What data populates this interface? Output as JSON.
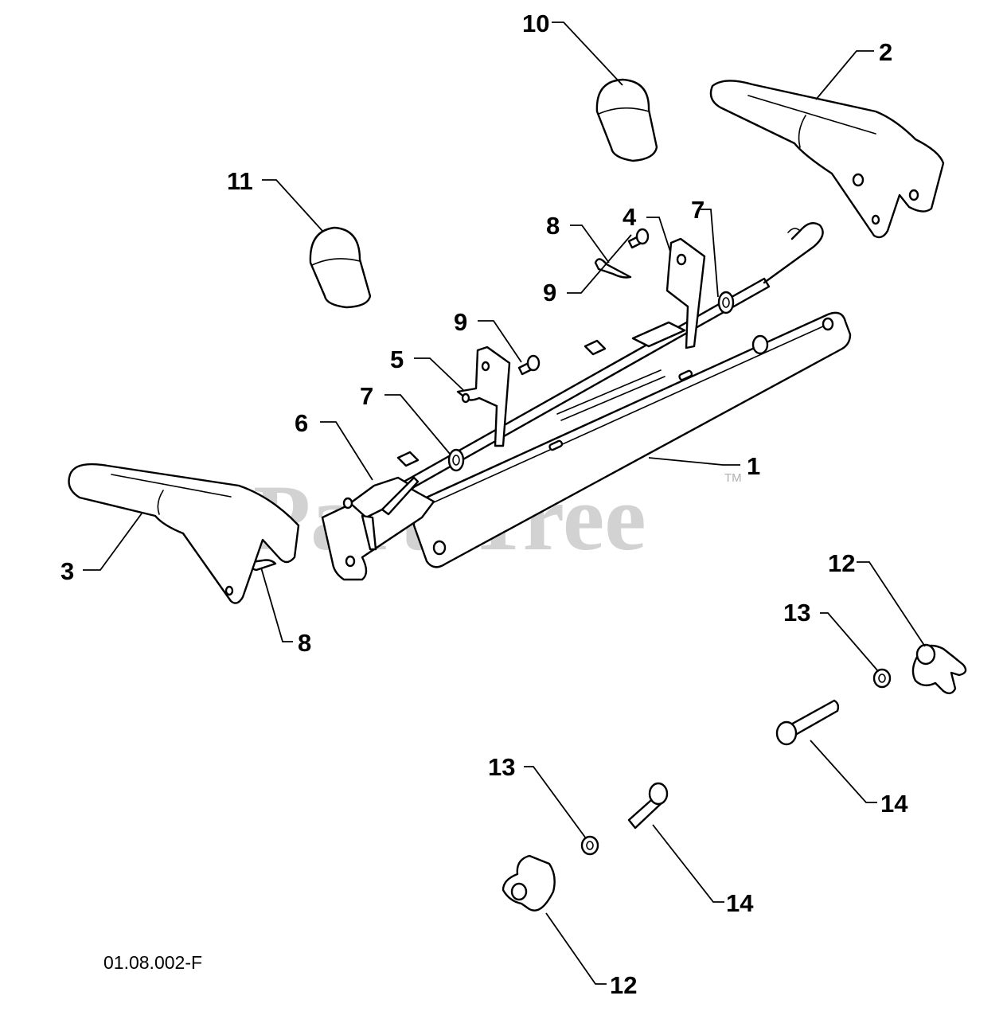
{
  "watermark": {
    "text": "PartsTree",
    "trademark": "TM"
  },
  "drawing_code": "01.08.002-F",
  "callouts": {
    "c1": "1",
    "c2": "2",
    "c3": "3",
    "c4": "4",
    "c5": "5",
    "c6": "6",
    "c7a": "7",
    "c7b": "7",
    "c8a": "8",
    "c8b": "8",
    "c9a": "9",
    "c9b": "9",
    "c10": "10",
    "c11": "11",
    "c12a": "12",
    "c12b": "12",
    "c13a": "13",
    "c13b": "13",
    "c14a": "14",
    "c14b": "14"
  }
}
